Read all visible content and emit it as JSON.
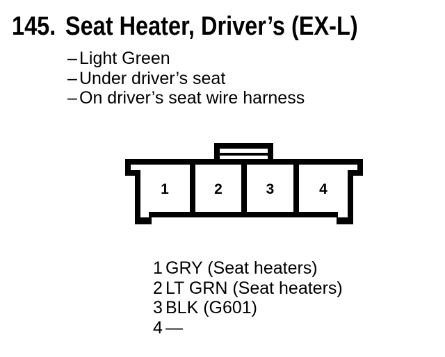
{
  "colors": {
    "background": "#ffffff",
    "ink": "#000000"
  },
  "header": {
    "number": "145.",
    "title": "Seat Heater, Driver’s (EX-L)"
  },
  "notes": {
    "marker": "–",
    "items": [
      "Light Green",
      "Under driver’s seat",
      "On driver’s seat wire harness"
    ]
  },
  "connector": {
    "pins": [
      "1",
      "2",
      "3",
      "4"
    ]
  },
  "legend": {
    "rows": [
      {
        "pin": "1",
        "label": "GRY (Seat heaters)"
      },
      {
        "pin": "2",
        "label": "LT GRN (Seat heaters)"
      },
      {
        "pin": "3",
        "label": "BLK (G601)"
      },
      {
        "pin": "4",
        "label": "—"
      }
    ]
  }
}
